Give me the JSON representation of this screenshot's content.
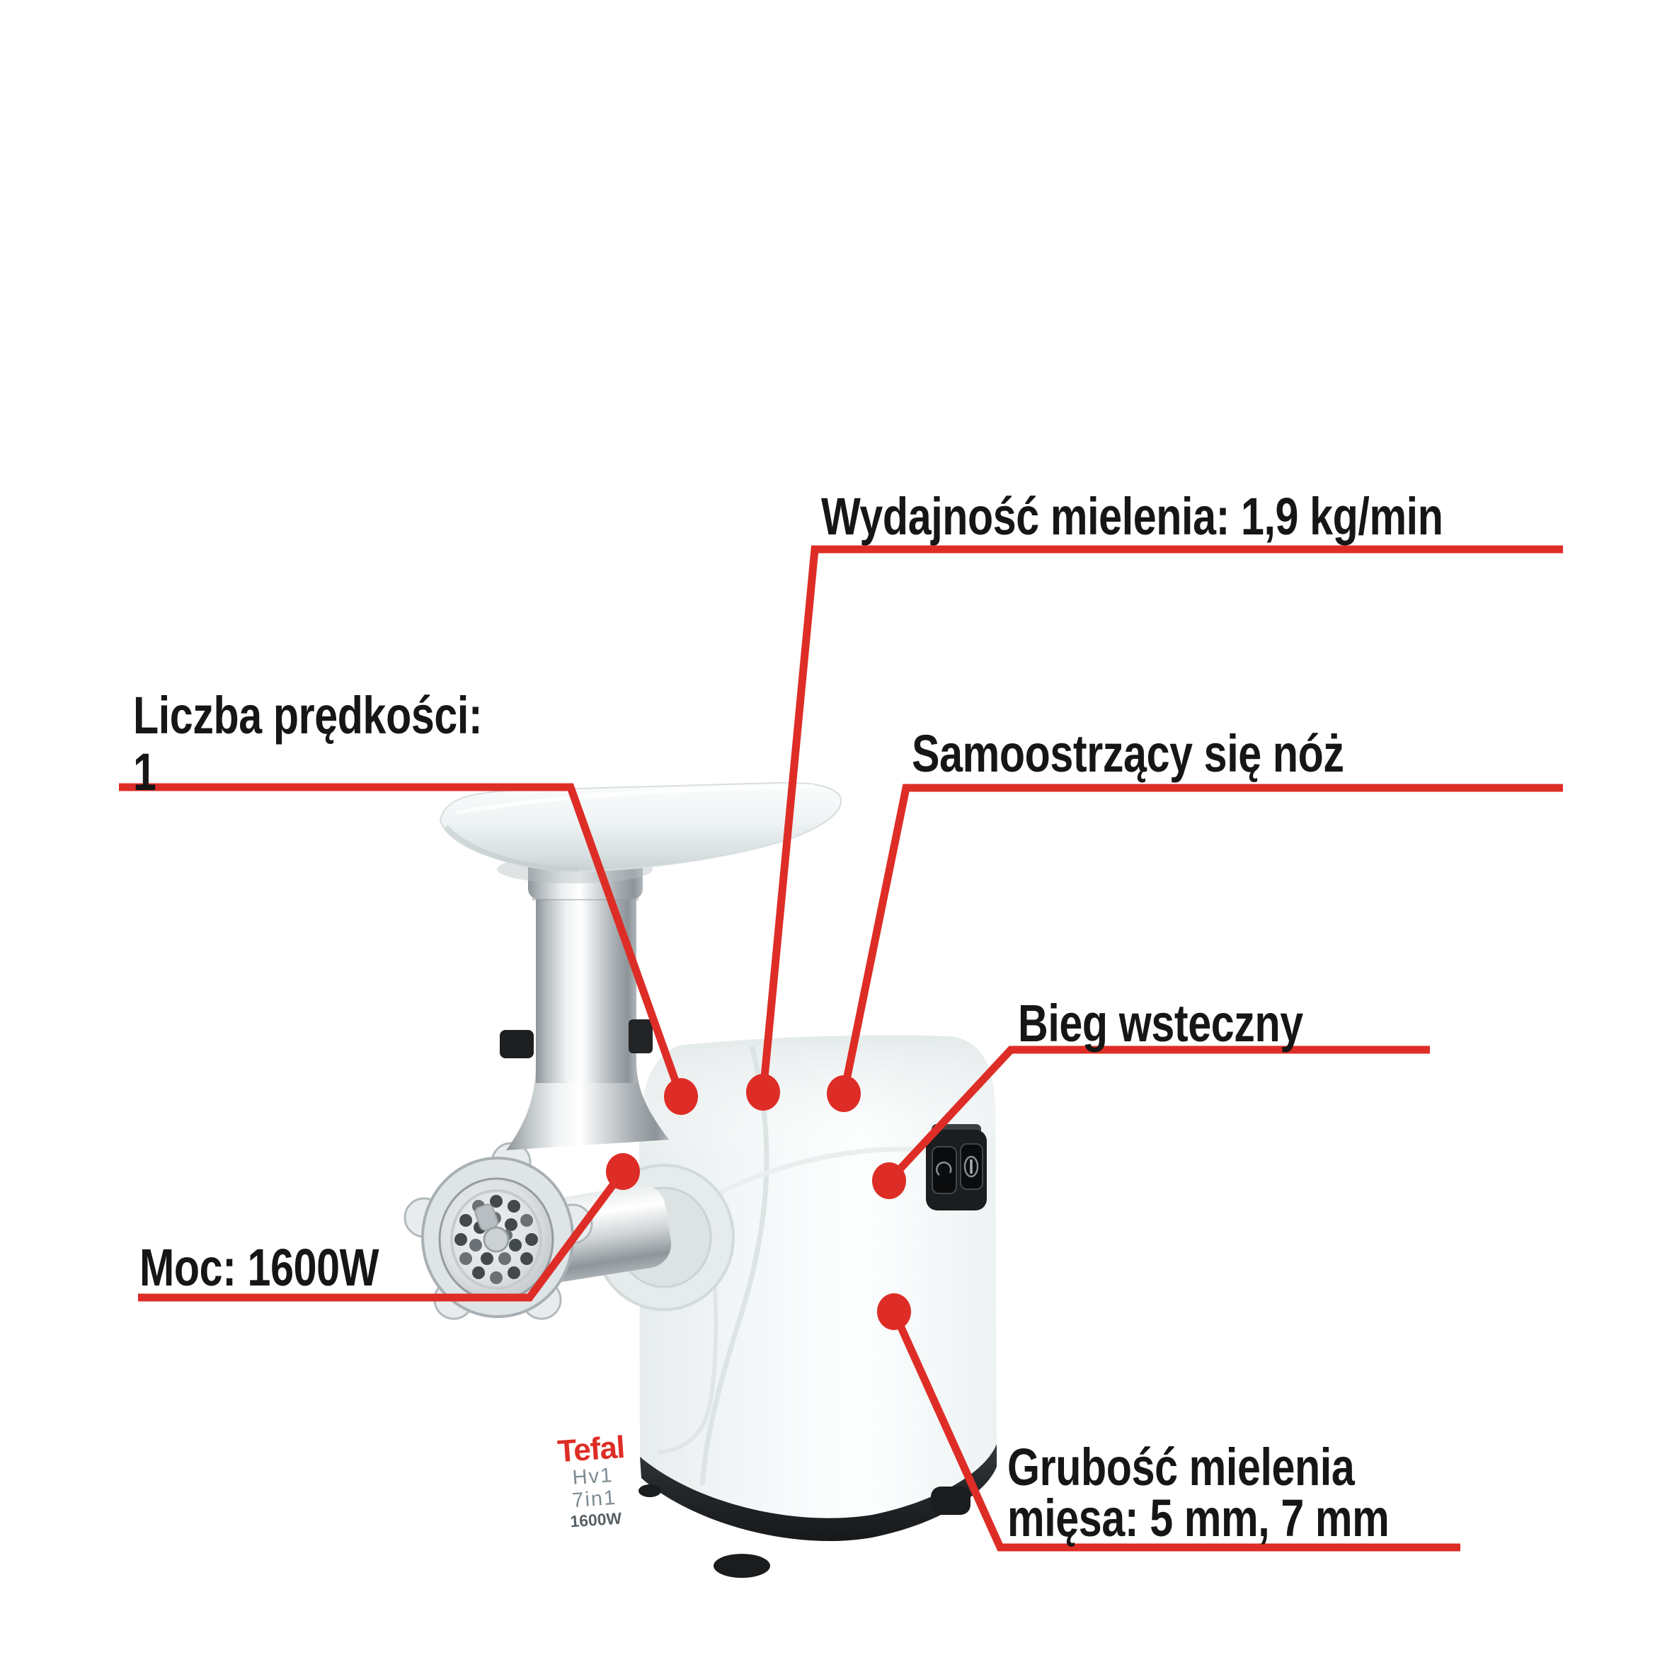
{
  "colors": {
    "accent": "#de2d26",
    "text": "#161616",
    "body_white": "#fdffff",
    "base_dark": "#26292c",
    "metal_grey": "#b9bfc2"
  },
  "callouts": {
    "wydajnosc": {
      "label": "Wydajność mielenia: 1,9 kg/min"
    },
    "liczba": {
      "label_line1": "Liczba prędkości:",
      "label_line2": "1"
    },
    "samoostrzacy": {
      "label": "Samoostrzący się nóż"
    },
    "bieg": {
      "label": "Bieg wsteczny"
    },
    "moc": {
      "label": "Moc: 1600W"
    },
    "grubosc": {
      "label_line1": "Grubość mielenia",
      "label_line2": "mięsa: 5 mm, 7 mm"
    }
  },
  "product": {
    "brand": "Tefal",
    "model": "Hv1 7in1",
    "power": "1600W"
  }
}
